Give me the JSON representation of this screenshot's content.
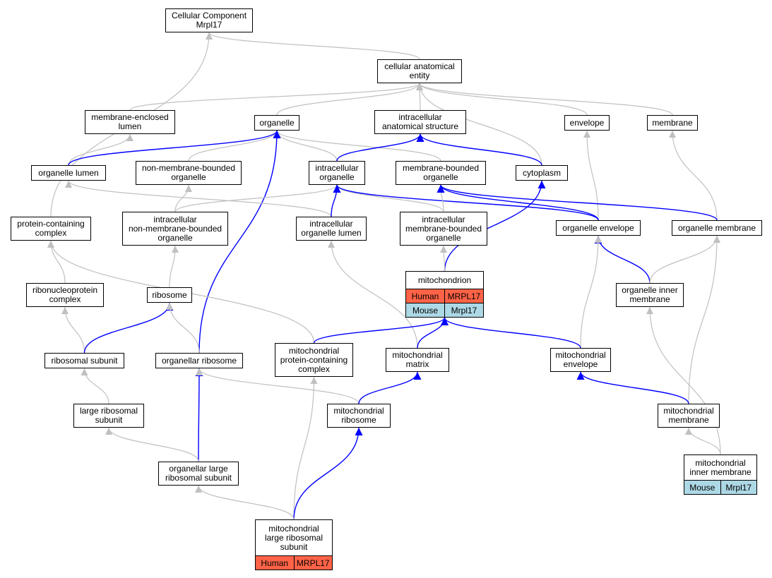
{
  "colors": {
    "gray_edge": "#c0c0c0",
    "blue_edge": "#0000ff",
    "human": "#ff6347",
    "mouse": "#add8e6"
  },
  "nodes": {
    "cc": {
      "label": "Cellular Component\nMrpl17"
    },
    "cae": {
      "label": "cellular anatomical\nentity"
    },
    "mel": {
      "label": "membrane-enclosed\nlumen"
    },
    "org": {
      "label": "organelle"
    },
    "ias": {
      "label": "intracellular\nanatomical structure"
    },
    "env": {
      "label": "envelope"
    },
    "mem": {
      "label": "membrane"
    },
    "orglum": {
      "label": "organelle lumen"
    },
    "nmbo": {
      "label": "non-membrane-bounded\norganelle"
    },
    "io": {
      "label": "intracellular\norganelle"
    },
    "mbo": {
      "label": "membrane-bounded\norganelle"
    },
    "cyto": {
      "label": "cytoplasm"
    },
    "pcc": {
      "label": "protein-containing\ncomplex"
    },
    "inmbo": {
      "label": "intracellular\nnon-membrane-bounded\norganelle"
    },
    "iol": {
      "label": "intracellular\norganelle lumen"
    },
    "imbo": {
      "label": "intracellular\nmembrane-bounded\norganelle"
    },
    "orgenv": {
      "label": "organelle envelope"
    },
    "orgmem": {
      "label": "organelle membrane"
    },
    "mito": {
      "label": "mitochondrion",
      "rows": [
        {
          "species": "human",
          "cells": [
            "Human",
            "MRPL17"
          ]
        },
        {
          "species": "mouse",
          "cells": [
            "Mouse",
            "Mrpl17"
          ]
        }
      ]
    },
    "rnp": {
      "label": "ribonucleoprotein\ncomplex"
    },
    "ribo": {
      "label": "ribosome"
    },
    "oim": {
      "label": "organelle inner\nmembrane"
    },
    "rsu": {
      "label": "ribosomal subunit"
    },
    "orib": {
      "label": "organellar ribosome"
    },
    "mpcc": {
      "label": "mitochondrial\nprotein-containing\ncomplex"
    },
    "mmat": {
      "label": "mitochondrial\nmatrix"
    },
    "menv": {
      "label": "mitochondrial\nenvelope"
    },
    "lrsu": {
      "label": "large ribosomal\nsubunit"
    },
    "mrib": {
      "label": "mitochondrial\nribosome"
    },
    "mmem": {
      "label": "mitochondrial\nmembrane"
    },
    "mim": {
      "label": "mitochondrial\ninner membrane",
      "rows": [
        {
          "species": "mouse",
          "cells": [
            "Mouse",
            "Mrpl17"
          ]
        }
      ]
    },
    "olrsu": {
      "label": "organellar large\nribosomal subunit"
    },
    "mlrsu": {
      "label": "mitochondrial\nlarge ribosomal\nsubunit",
      "rows": [
        {
          "species": "human",
          "cells": [
            "Human",
            "MRPL17"
          ]
        }
      ]
    }
  },
  "edges": [
    {
      "from": "cae",
      "to": "cc",
      "type": "gray"
    },
    {
      "from": "pcc",
      "to": "cc",
      "type": "gray"
    },
    {
      "from": "mel",
      "to": "cae",
      "type": "gray"
    },
    {
      "from": "org",
      "to": "cae",
      "type": "gray"
    },
    {
      "from": "ias",
      "to": "cae",
      "type": "gray"
    },
    {
      "from": "env",
      "to": "cae",
      "type": "gray"
    },
    {
      "from": "mem",
      "to": "cae",
      "type": "gray"
    },
    {
      "from": "cyto",
      "to": "cae",
      "type": "gray"
    },
    {
      "from": "orglum",
      "to": "mel",
      "type": "gray"
    },
    {
      "from": "orglum",
      "to": "org",
      "type": "blue"
    },
    {
      "from": "nmbo",
      "to": "org",
      "type": "gray"
    },
    {
      "from": "io",
      "to": "org",
      "type": "gray"
    },
    {
      "from": "mbo",
      "to": "org",
      "type": "gray"
    },
    {
      "from": "orib",
      "to": "org",
      "type": "blue"
    },
    {
      "from": "io",
      "to": "ias",
      "type": "blue"
    },
    {
      "from": "cyto",
      "to": "ias",
      "type": "blue"
    },
    {
      "from": "orgenv",
      "to": "env",
      "type": "gray"
    },
    {
      "from": "orgmem",
      "to": "mem",
      "type": "gray"
    },
    {
      "from": "iol",
      "to": "orglum",
      "type": "gray"
    },
    {
      "from": "inmbo",
      "to": "nmbo",
      "type": "gray"
    },
    {
      "from": "inmbo",
      "to": "io",
      "type": "gray"
    },
    {
      "from": "iol",
      "to": "io",
      "type": "blue"
    },
    {
      "from": "imbo",
      "to": "io",
      "type": "gray"
    },
    {
      "from": "orgenv",
      "to": "io",
      "type": "blue"
    },
    {
      "from": "imbo",
      "to": "mbo",
      "type": "gray"
    },
    {
      "from": "orgenv",
      "to": "mbo",
      "type": "blue"
    },
    {
      "from": "orgmem",
      "to": "mbo",
      "type": "blue"
    },
    {
      "from": "mito",
      "to": "cyto",
      "type": "blue"
    },
    {
      "from": "rnp",
      "to": "pcc",
      "type": "gray"
    },
    {
      "from": "mpcc",
      "to": "pcc",
      "type": "gray"
    },
    {
      "from": "ribo",
      "to": "inmbo",
      "type": "gray"
    },
    {
      "from": "mmat",
      "to": "iol",
      "type": "gray"
    },
    {
      "from": "mito",
      "to": "imbo",
      "type": "gray"
    },
    {
      "from": "oim",
      "to": "orgenv",
      "type": "blue"
    },
    {
      "from": "menv",
      "to": "orgenv",
      "type": "gray"
    },
    {
      "from": "oim",
      "to": "orgmem",
      "type": "gray"
    },
    {
      "from": "mmem",
      "to": "orgmem",
      "type": "gray"
    },
    {
      "from": "mpcc",
      "to": "mito",
      "type": "blue"
    },
    {
      "from": "mmat",
      "to": "mito",
      "type": "blue"
    },
    {
      "from": "menv",
      "to": "mito",
      "type": "blue"
    },
    {
      "from": "rsu",
      "to": "rnp",
      "type": "gray"
    },
    {
      "from": "rsu",
      "to": "ribo",
      "type": "blue"
    },
    {
      "from": "orib",
      "to": "ribo",
      "type": "gray"
    },
    {
      "from": "mim",
      "to": "oim",
      "type": "gray"
    },
    {
      "from": "lrsu",
      "to": "rsu",
      "type": "gray"
    },
    {
      "from": "olrsu",
      "to": "orib",
      "type": "blue"
    },
    {
      "from": "mrib",
      "to": "orib",
      "type": "gray"
    },
    {
      "from": "mlrsu",
      "to": "mpcc",
      "type": "gray"
    },
    {
      "from": "mrib",
      "to": "mmat",
      "type": "blue"
    },
    {
      "from": "mmem",
      "to": "menv",
      "type": "blue"
    },
    {
      "from": "olrsu",
      "to": "lrsu",
      "type": "gray"
    },
    {
      "from": "mlrsu",
      "to": "mrib",
      "type": "blue"
    },
    {
      "from": "mim",
      "to": "mmem",
      "type": "gray"
    },
    {
      "from": "mlrsu",
      "to": "olrsu",
      "type": "gray"
    }
  ]
}
